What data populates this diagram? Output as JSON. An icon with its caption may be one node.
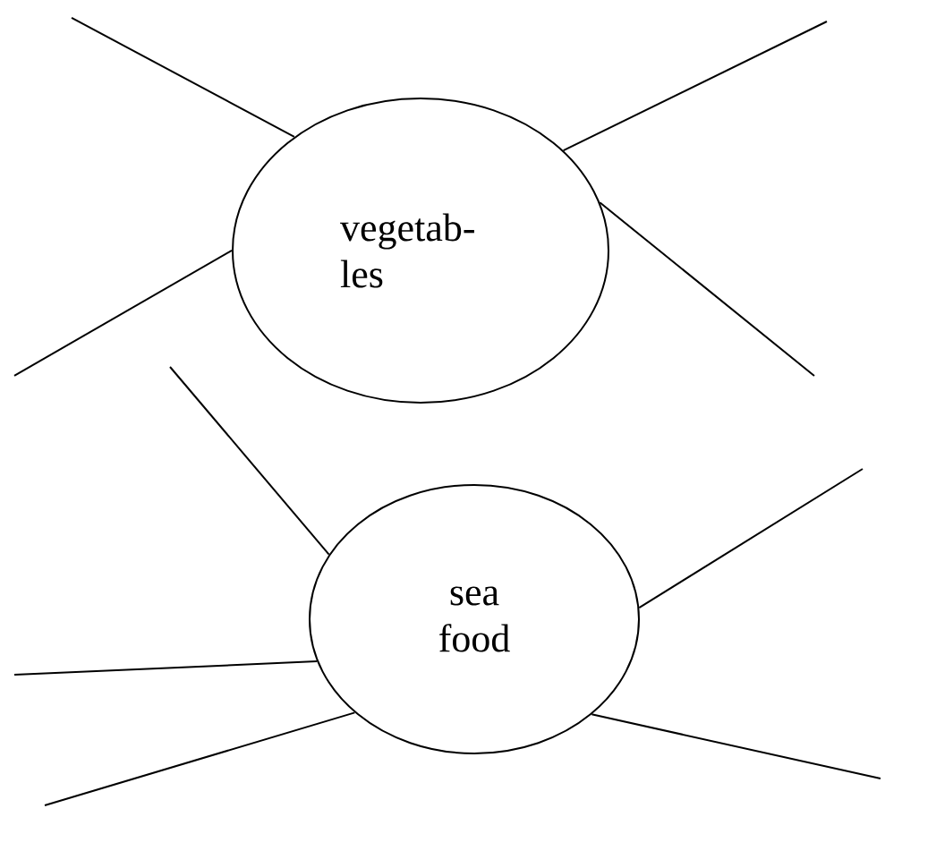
{
  "diagram": {
    "nodes": [
      {
        "text": [
          "vegetab- les"
        ]
      },
      {
        "text": [
          "sea food"
        ]
      }
    ],
    "edges": [
      {
        "from": 0,
        "to": null,
        "arrow": "none"
      },
      {
        "from": 0,
        "to": null,
        "arrow": "none"
      },
      {
        "from": 0,
        "to": null,
        "arrow": "none"
      },
      {
        "from": 0,
        "to": null,
        "arrow": "none"
      },
      {
        "from": 1,
        "to": null,
        "arrow": "none"
      },
      {
        "from": 1,
        "to": null,
        "arrow": "none"
      },
      {
        "from": 1,
        "to": null,
        "arrow": "none"
      },
      {
        "from": 1,
        "to": null,
        "arrow": "none"
      },
      {
        "from": 1,
        "to": null,
        "arrow": "none"
      }
    ]
  }
}
